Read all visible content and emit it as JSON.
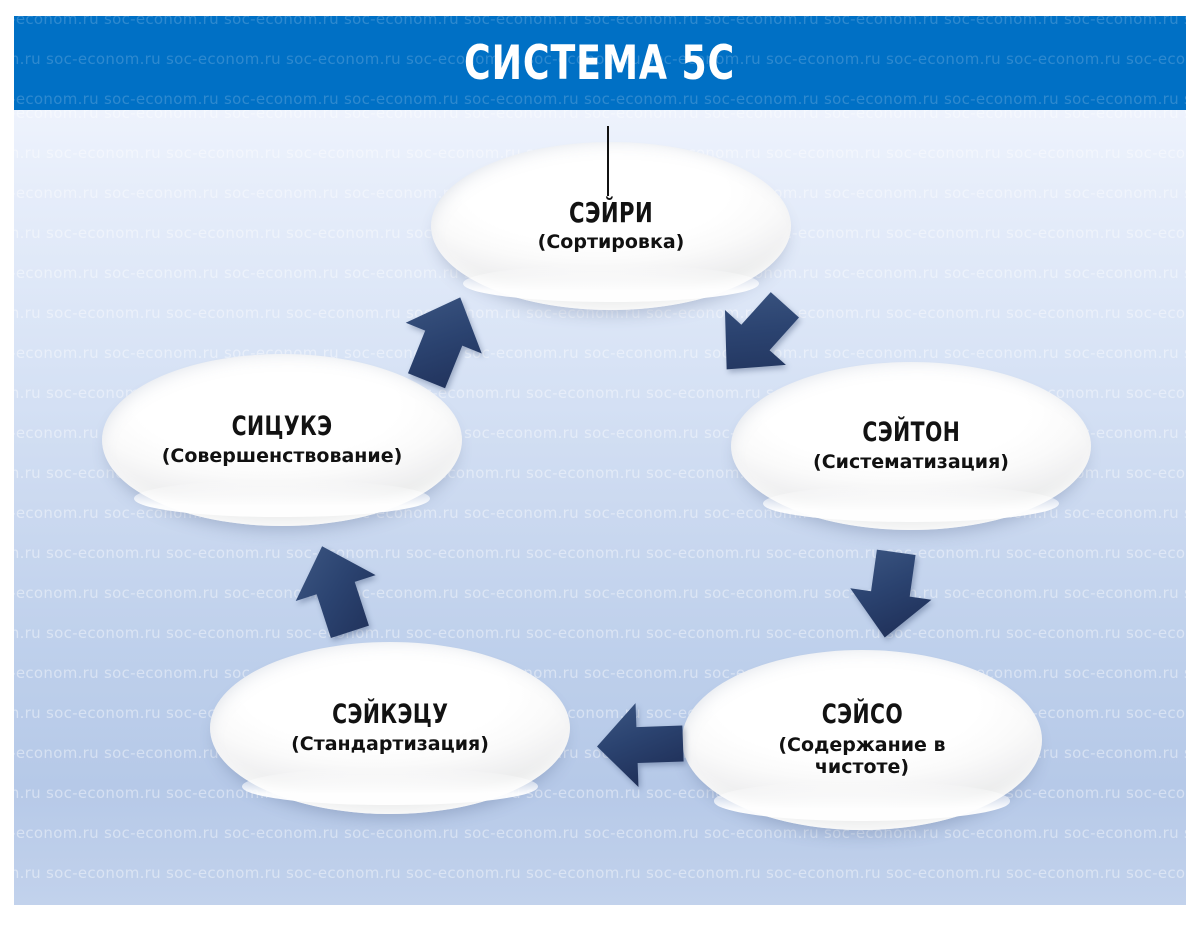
{
  "header": {
    "title": "СИСТЕМА 5С",
    "bar_color": "#0070c5",
    "title_color": "#ffffff"
  },
  "watermark": {
    "text": "soc-econom.ru"
  },
  "canvas": {
    "background_top_color": "#eef3fd",
    "background_bottom_color": "#c2d2ec"
  },
  "diagram": {
    "type": "cycle",
    "arrow_color": "#2b4370",
    "node_fill_color": "#ffffff",
    "node_text_color": "#121212",
    "nodes": [
      {
        "id": "seiri",
        "title": "СЭЙРИ",
        "subtitle": "(Сортировка)"
      },
      {
        "id": "seiton",
        "title": "СЭЙТОН",
        "subtitle": "(Систематизация)"
      },
      {
        "id": "seiso",
        "title": "СЭЙСО",
        "subtitle": "(Содержание в чистоте)"
      },
      {
        "id": "seiketsu",
        "title": "СЭЙКЭЦУ",
        "subtitle": "(Стандартизация)"
      },
      {
        "id": "shitsuke",
        "title": "СИЦУКЭ",
        "subtitle": "(Совершенствование)"
      }
    ],
    "arrows": [
      {
        "id": "seiri-to-seiton",
        "from": "seiri",
        "to": "seiton",
        "direction": "down-right"
      },
      {
        "id": "seiton-to-seiso",
        "from": "seiton",
        "to": "seiso",
        "direction": "down"
      },
      {
        "id": "seiso-to-seiketsu",
        "from": "seiso",
        "to": "seiketsu",
        "direction": "left"
      },
      {
        "id": "seiketsu-to-shitsuke",
        "from": "seiketsu",
        "to": "shitsuke",
        "direction": "up"
      },
      {
        "id": "shitsuke-to-seiri",
        "from": "shitsuke",
        "to": "seiri",
        "direction": "up-right"
      }
    ]
  }
}
